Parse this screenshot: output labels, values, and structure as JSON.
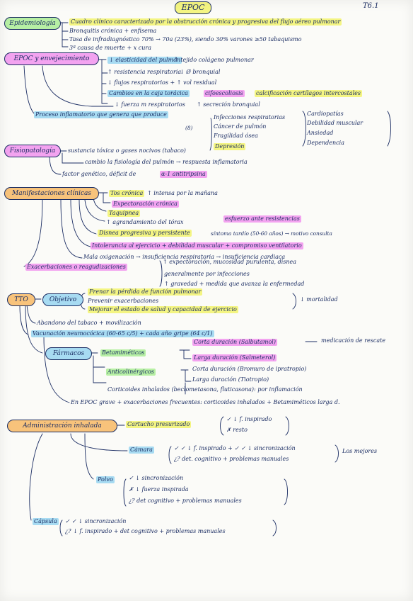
{
  "header": {
    "title": "EPOC",
    "page_number": "T6.1"
  },
  "sections": {
    "epidemiologia": {
      "label": "Epidemiología",
      "items": [
        "Cuadro clínico caracterizado por la obstrucción crónica y progresiva del flujo aéreo pulmonar",
        "Bronquitis crónica + enfisema",
        "Tasa de infradiagnóstico 70% → 70a (23%), siendo 30% varones ≥50 tabaquismo",
        "3ª causa de muerte + x cura"
      ]
    },
    "envejecimiento": {
      "label": "EPOC y envejecimiento",
      "items": [
        "↓ elasticidad del pulmón",
        "↑ tejido colágeno pulmonar",
        "↑ resistencia respiratoria",
        "↓ Ø bronquial",
        "↓ flujos respiratorios + ↑ vol residual",
        "Cambios en la caja torácica",
        "cifoescoliosis",
        "calcificación cartílagos intercostales",
        "↓ fuerza m respiratorios",
        "↑ secreción bronquial",
        "Proceso inflamatorio que genera que produce",
        "(8)",
        "Infecciones respiratorias",
        "Cáncer de pulmón",
        "Fragilidad ósea",
        "Depresión",
        "Cardiopatías",
        "Debilidad muscular",
        "Ansiedad",
        "Dependencia"
      ]
    },
    "fisiopatologia": {
      "label": "Fisiopatología",
      "items": [
        "sustancia tóxica o gases nocivos (tabaco)",
        "cambio la fisiología del pulmón → respuesta inflamatoria",
        "factor genético, déficit de",
        "α-1 antitripsina"
      ]
    },
    "manifestaciones": {
      "label": "Manifestaciones clínicas",
      "items": [
        "Tos crónica",
        "↑ intensa por la mañana",
        "Expectoración crónica",
        "Taquipnea",
        "↑ agrandamiento del tórax",
        "esfuerzo ante resistencias",
        "Disnea progresiva y persistente",
        "síntoma tardío (50-60 años) → motivo consulta",
        "Intolerancia al ejercicio + debilidad muscular + compromiso ventilatorio",
        "Mala oxigenación → insuficiencia respiratoria → insuficiencia cardiaca",
        "Exacerbaciones o reagudizaciones",
        "↑ expectoración, mucosidad purulenta, disnea",
        "generalmente por infecciones",
        "↑ gravedad + medida que avanza la enfermedad"
      ]
    },
    "tto": {
      "label": "TTO",
      "objetivo_label": "Objetivo",
      "objetivos": [
        "Frenar la pérdida de función pulmonar",
        "Prevenir exacerbaciones",
        "Mejorar el estado de salud y capacidad de ejercicio"
      ],
      "objetivo_result": "↓ mortalidad",
      "items": [
        "Abandono del tabaco + movilización",
        "Vacunación neumocócica (60-65 c/5) + cada año gripe (64 c/1)"
      ],
      "farmacos": {
        "label": "Fármacos",
        "betamimeticos": "Betamiméticos",
        "beta_items": [
          "Corta duración (Salbutamol)",
          "medicación de rescate",
          "Larga duración (Salmeterol)"
        ],
        "anticolinergicos": "Anticolinérgicos",
        "anti_items": [
          "Corta duración (Bromuro de ipratropio)",
          "Larga duración (Tiotropio)"
        ],
        "corticoides": "Corticoides inhalados (beclometasona, fluticasona): por inflamación",
        "epoc_grave": "En EPOC grave + exacerbaciones frecuentes: corticoides inhalados + Betamiméticos larga d."
      }
    },
    "administracion": {
      "label": "Administración inhalada",
      "cartucho": "Cartucho presurizado",
      "cartucho_items": [
        "✓ ↓ f. inspirado",
        "✗ resto"
      ],
      "camara": "Cámara",
      "camara_items": [
        "✓ ✓ ↓ f. inspirado + ✓ ✓ ↓ sincronización",
        "¿? det. cognitivo + problemas manuales"
      ],
      "camara_result": "Los mejores",
      "polvo": "Polvo",
      "polvo_items": [
        "✓ ↓ sincronización",
        "✗ ↓ fuerza inspirada",
        "¿? det cognitivo + problemas manuales"
      ],
      "capsula": "Cápsula",
      "capsula_items": [
        "✓ ✓ ↓ sincronización",
        "¿? ↓ f. inspirado + det cognitivo + problemas manuales"
      ]
    }
  }
}
